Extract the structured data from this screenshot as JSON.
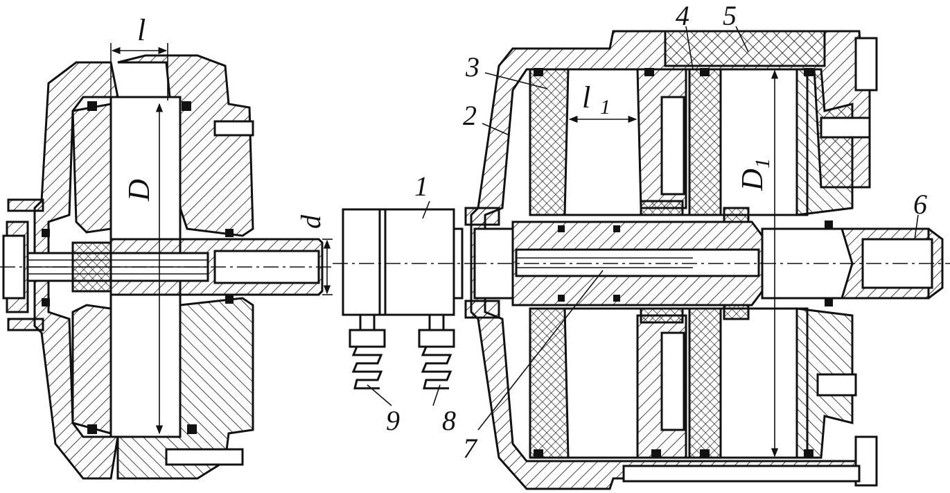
{
  "labels": {
    "left_dim_length": "l",
    "left_dim_diameter": "D",
    "left_dim_shaft": "d",
    "right_dim_length": "l",
    "right_dim_length_sub": "1",
    "right_dim_diameter": "D",
    "right_dim_diameter_sub": "1",
    "part_1": "1",
    "part_2": "2",
    "part_3": "3",
    "part_4": "4",
    "part_5": "5",
    "part_6": "6",
    "part_7": "7",
    "part_8": "8",
    "part_9": "9"
  },
  "colors": {
    "ink": "#111111",
    "background": "#ffffff"
  }
}
